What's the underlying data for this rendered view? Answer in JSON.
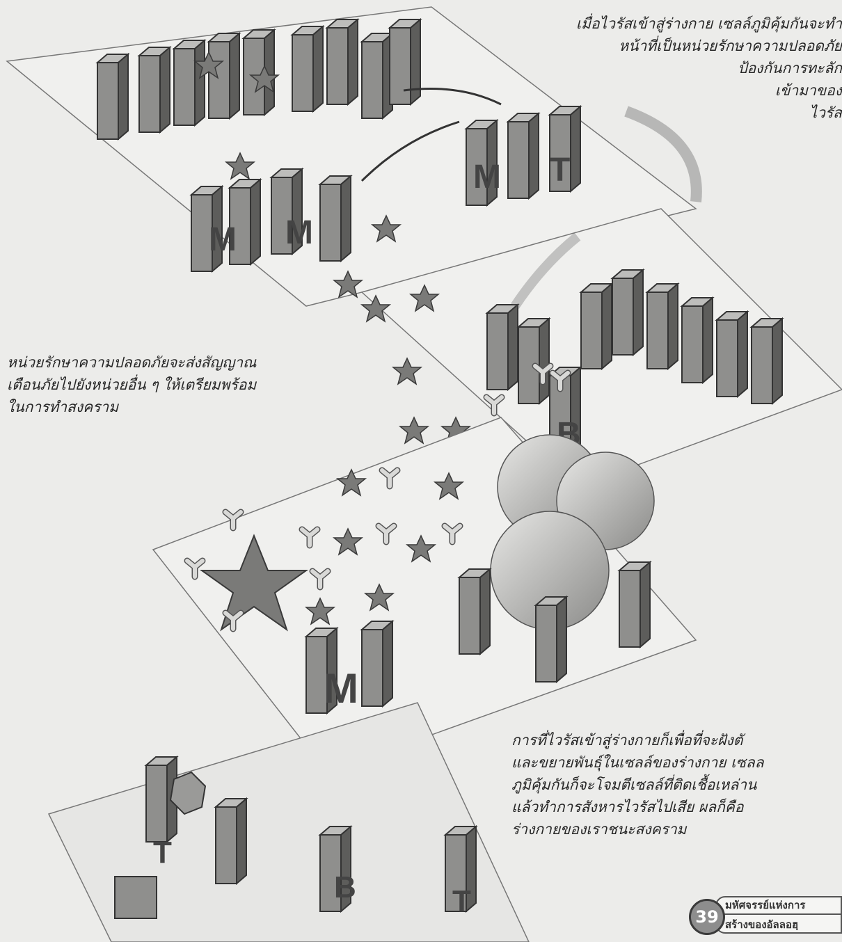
{
  "captions": {
    "top": [
      "เมื่อไวรัสเข้าสู่ร่างกาย เซลล์ภูมิคุ้มกันจะทำ",
      "หน้าที่เป็นหน่วยรักษาความปลอดภัย",
      "ป้องกันการทะลัก",
      "เข้ามาของ",
      "ไวรัส"
    ],
    "middle": [
      "หน่วยรักษาความปลอดภัยจะส่งสัญญาณ",
      "เตือนภัยไปยังหน่วยอื่น ๆ ให้เตรียมพร้อม",
      "ในการทำสงคราม"
    ],
    "bottom": [
      "การที่ไวรัสเข้าสู่ร่างกายก็เพื่อที่จะฝังตั",
      "และขยายพันธุ์ในเซลล์ของร่างกาย เซลล",
      "ภูมิคุ้มกันก็จะโจมตีเซลล์ที่ติดเชื้อเหล่าน",
      "แล้วทำการสังหารไวรัสไปเสีย ผลก็คือ",
      "ร่างกายของเราชนะสงคราม"
    ]
  },
  "badge": {
    "page_number": "39",
    "line1": "มหัศจรรย์แห่งการ",
    "line2": "สร้างของอัลลอฮฺ"
  },
  "letters": {
    "m": "M",
    "t": "T",
    "b": "B"
  }
}
